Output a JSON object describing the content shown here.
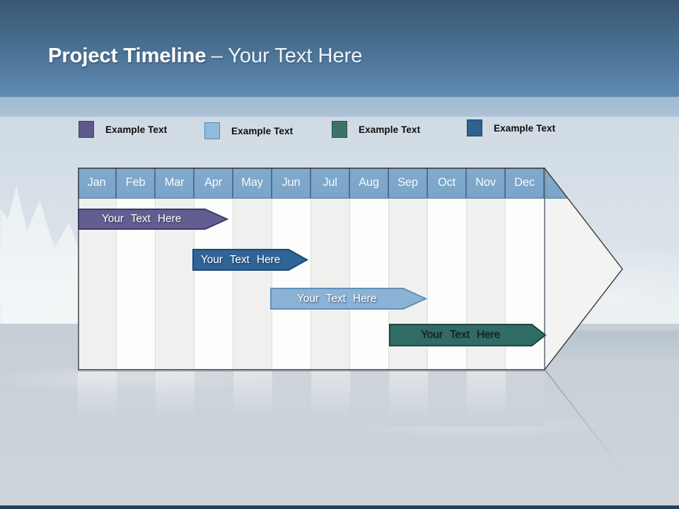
{
  "slide": {
    "title": {
      "bold": "Project Timeline",
      "rest": "– Your Text Here"
    },
    "accent_bar_color": "#24415f"
  },
  "legend": {
    "items": [
      {
        "label": "Example Text",
        "color": "#5c5a8d",
        "border": "#45416e",
        "x": 111,
        "dy": 2
      },
      {
        "label": "Example Text",
        "color": "#8fbbdc",
        "border": "#5d87ae",
        "x": 289,
        "dy": 4
      },
      {
        "label": "Example Text",
        "color": "#3e7169",
        "border": "#2a524c",
        "x": 469,
        "dy": 2
      },
      {
        "label": "Example Text",
        "color": "#2f6191",
        "border": "#1f4568",
        "x": 660,
        "dy": 0
      }
    ]
  },
  "timeline": {
    "months": [
      "Jan",
      "Feb",
      "Mar",
      "Apr",
      "May",
      "Jun",
      "Jul",
      "Aug",
      "Sep",
      "Oct",
      "Nov",
      "Dec"
    ],
    "header_fill": "#7aa4c9",
    "header_separator": "#4d7191",
    "stripe_odd": "#f0f0ee",
    "stripe_even": "#fdfdfc",
    "tip_fill": "#f3f3f1",
    "outline": "#383838",
    "bars": [
      {
        "label": "Your Text Here",
        "fill": "#615e91",
        "border": "#3e3b66",
        "text_color": "#ffffff",
        "x": 0,
        "y": 58,
        "rect_w": 180,
        "tip_w": 32,
        "h": 30
      },
      {
        "label": "Your Text Here",
        "fill": "#2f6496",
        "border": "#1c4a78",
        "text_color": "#ffffff",
        "x": 162,
        "y": 115,
        "rect_w": 136,
        "tip_w": 27,
        "h": 31
      },
      {
        "label": "Your Text Here",
        "fill": "#8ab3d5",
        "border": "#6290b7",
        "text_color": "#ffffff",
        "x": 272,
        "y": 170,
        "rect_w": 188,
        "tip_w": 33,
        "h": 31
      },
      {
        "label": "Your Text Here",
        "fill": "#306b66",
        "border": "#1b4743",
        "text_color": "#131313",
        "x": 440,
        "y": 221,
        "rect_w": 202,
        "tip_w": 20,
        "h": 32
      }
    ]
  },
  "chart_data": {
    "type": "bar",
    "subtype": "gantt-timeline",
    "title": "Project Timeline – Your Text Here",
    "categories": [
      "Jan",
      "Feb",
      "Mar",
      "Apr",
      "May",
      "Jun",
      "Jul",
      "Aug",
      "Sep",
      "Oct",
      "Nov",
      "Dec"
    ],
    "legend_position": "top",
    "grid": "monthly columns, alternating shading",
    "series": [
      {
        "name": "Your Text Here",
        "start_month": "Jan",
        "end_month": "Mar",
        "color": "#615e91"
      },
      {
        "name": "Your Text Here",
        "start_month": "Apr",
        "end_month": "May",
        "color": "#2f6496"
      },
      {
        "name": "Your Text Here",
        "start_month": "Jun",
        "end_month": "Aug",
        "color": "#8ab3d5"
      },
      {
        "name": "Your Text Here",
        "start_month": "Sep",
        "end_month": "Dec",
        "color": "#306b66"
      }
    ]
  }
}
